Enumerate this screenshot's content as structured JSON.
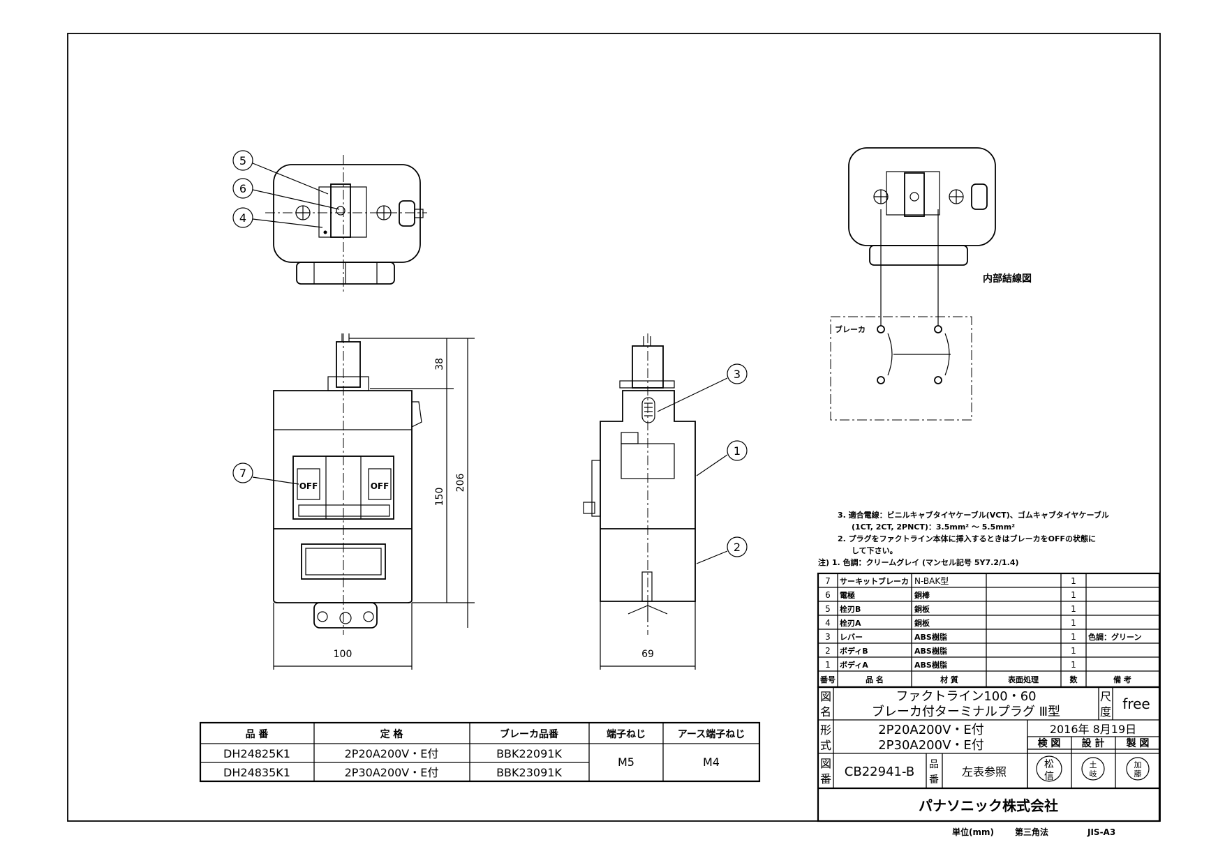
{
  "labels": {
    "callout_5": "5",
    "callout_6": "6",
    "callout_4": "4",
    "callout_7": "7",
    "callout_3": "3",
    "callout_1": "1",
    "callout_2": "2",
    "off_left": "OFF",
    "off_right": "OFF",
    "dim_38": "38",
    "dim_150": "150",
    "dim_206": "206",
    "dim_100": "100",
    "dim_69": "69",
    "wiring_title": "内部結線図",
    "breaker_label": "ブレーカ"
  },
  "notes": [
    "3. 適合電線：ビニルキャブタイヤケーブル(VCT)、ゴムキャブタイヤケーブル",
    "(1CT, 2CT, 2PNCT)：3.5mm² ～ 5.5mm²",
    "2. プラグをファクトライン本体に挿入するときはブレーカをOFFの状態に",
    "して下さい。",
    "注) 1. 色調：クリームグレイ (マンセル記号 5Y7.2/1.4)"
  ],
  "parts": {
    "rows": [
      {
        "no": "7",
        "name": "サーキットブレーカ",
        "material": "N-BAK型",
        "finish": "",
        "qty": "1",
        "remark": ""
      },
      {
        "no": "6",
        "name": "電極",
        "material": "銅棒",
        "finish": "",
        "qty": "1",
        "remark": ""
      },
      {
        "no": "5",
        "name": "栓刃B",
        "material": "銅板",
        "finish": "",
        "qty": "1",
        "remark": ""
      },
      {
        "no": "4",
        "name": "栓刃A",
        "material": "銅板",
        "finish": "",
        "qty": "1",
        "remark": ""
      },
      {
        "no": "3",
        "name": "レバー",
        "material": "ABS樹脂",
        "finish": "",
        "qty": "1",
        "remark": "色調：グリーン"
      },
      {
        "no": "2",
        "name": "ボディB",
        "material": "ABS樹脂",
        "finish": "",
        "qty": "1",
        "remark": ""
      },
      {
        "no": "1",
        "name": "ボディA",
        "material": "ABS樹脂",
        "finish": "",
        "qty": "1",
        "remark": ""
      }
    ],
    "header": {
      "no": "番号",
      "name": "品 名",
      "material": "材 質",
      "finish": "表面処理",
      "qty": "数",
      "remark": "備 考"
    }
  },
  "title_block": {
    "zu": "図",
    "mei": "名",
    "name_line1": "ファクトライン100・60",
    "name_line2": "ブレーカ付ターミナルプラグ Ⅲ型",
    "shaku": "尺",
    "do": "度",
    "scale": "free",
    "kei": "形",
    "shiki": "式",
    "type_line1": "2P20A200V・E付",
    "type_line2": "2P30A200V・E付",
    "date": "2016年 8月19日",
    "check": "検 図",
    "design": "設 計",
    "draw": "製 図",
    "zu2": "図",
    "ban": "番",
    "drawing_no": "CB22941-B",
    "hin": "品",
    "ban2": "番",
    "part_ref": "左表参照",
    "stamp1": "松",
    "stamp1b": "信",
    "stamp2": "土",
    "stamp2b": "岐",
    "stamp3": "加",
    "stamp3b": "藤",
    "company": "パナソニック株式会社"
  },
  "footer": {
    "unit": "単位(mm)",
    "projection": "第三角法",
    "size": "JIS-A3"
  },
  "product_table": {
    "headers": [
      "品 番",
      "定 格",
      "ブレーカ品番",
      "端子ねじ",
      "アース端子ねじ"
    ],
    "rows": [
      [
        "DH24825K1",
        "2P20A200V・E付",
        "BBK22091K"
      ],
      [
        "DH24835K1",
        "2P30A200V・E付",
        "BBK23091K"
      ]
    ],
    "terminal_screw": "M5",
    "earth_screw": "M4"
  }
}
